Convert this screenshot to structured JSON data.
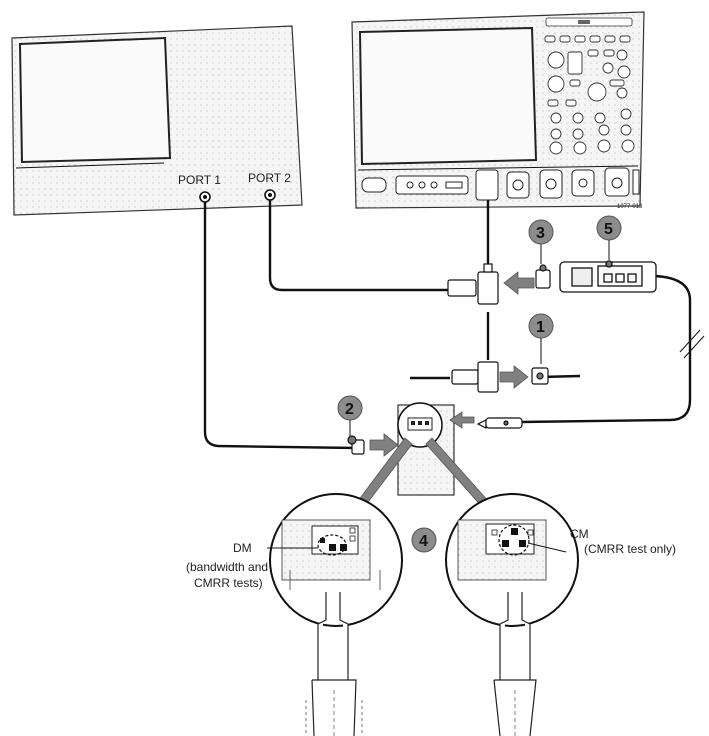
{
  "figure_id": "1077-013",
  "analyzer": {
    "port1_label": "PORT 1",
    "port2_label": "PORT 2"
  },
  "callouts": [
    "1",
    "2",
    "3",
    "4",
    "5"
  ],
  "detail_left": {
    "label": "DM",
    "sublabel_line1": "(bandwidth and",
    "sublabel_line2": "CMRR tests)"
  },
  "detail_right": {
    "label": "CM",
    "sublabel": "(CMRR test only)"
  },
  "colors": {
    "line": "#111111",
    "callout_fill": "#8c8c8c",
    "arrow_fill": "#808080",
    "panel": "#f4f4f4"
  }
}
